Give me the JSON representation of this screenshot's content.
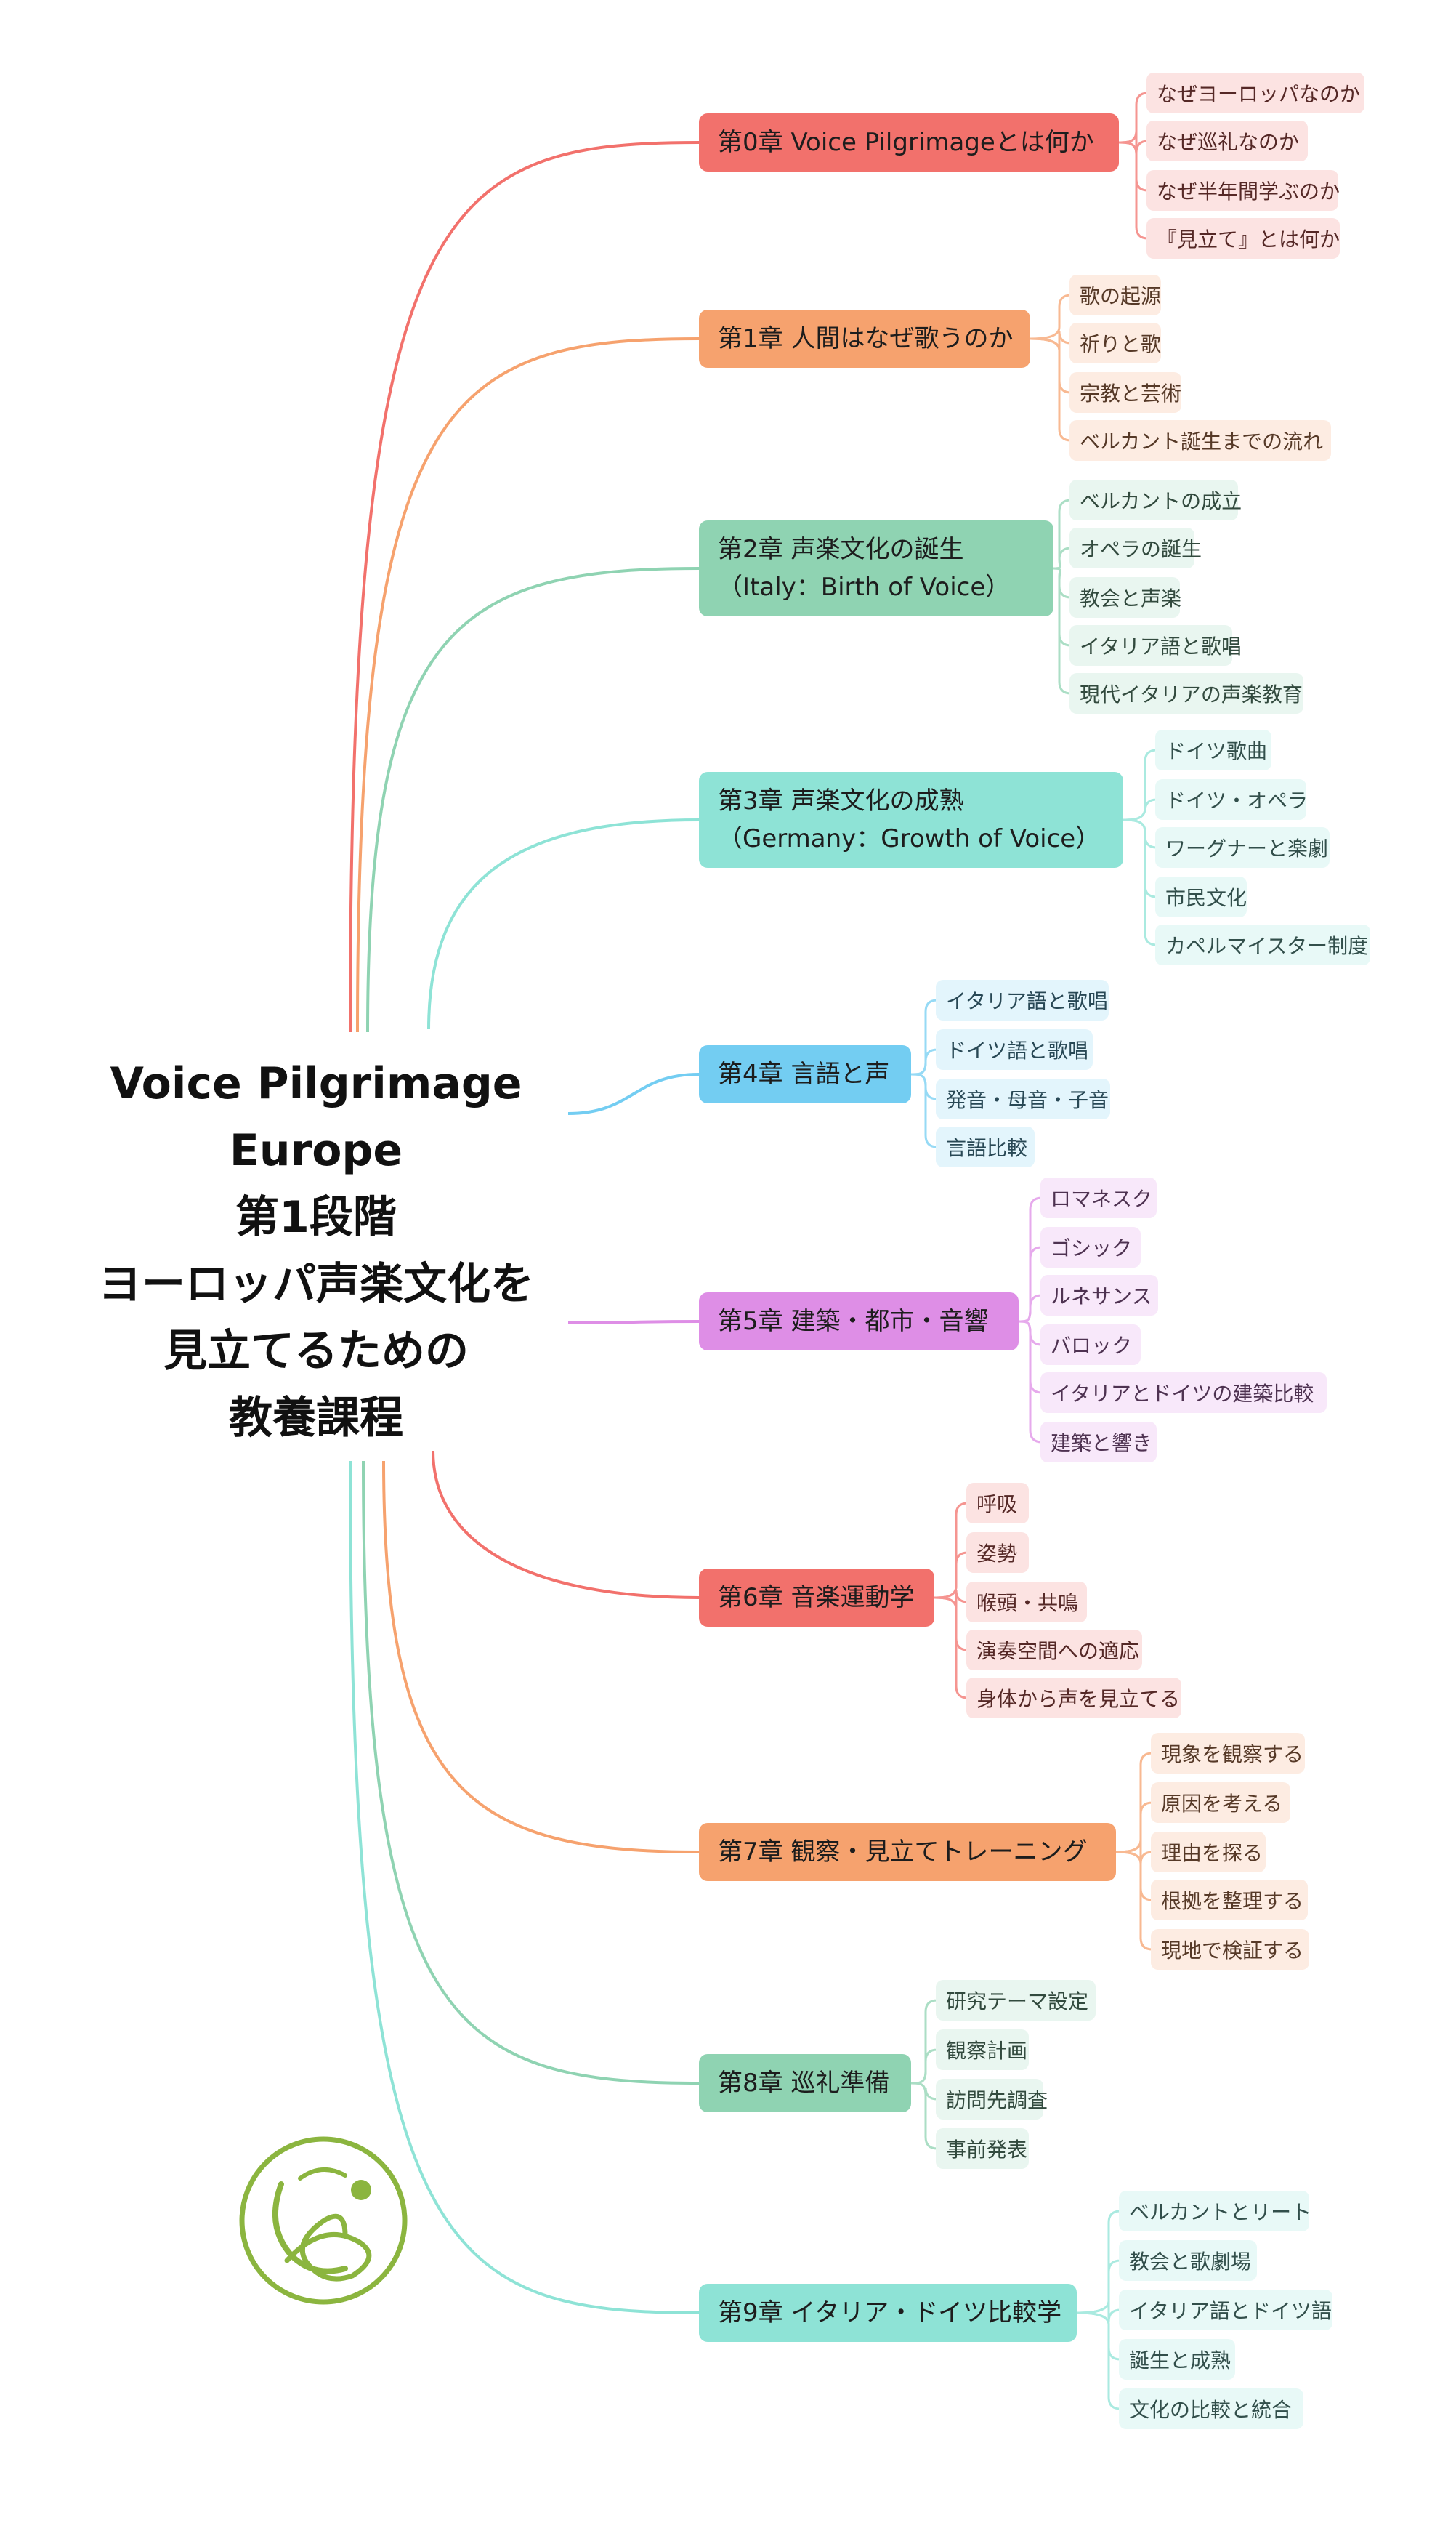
{
  "root": {
    "lines": [
      "Voice Pilgrimage",
      "Europe",
      "第1段階",
      "ヨーロッパ声楽文化を",
      "見立てるための",
      "教養課程"
    ]
  },
  "chapters": [
    {
      "title": [
        "第0章 Voice Pilgrimageとは何か"
      ],
      "color": "#f2716c",
      "items": [
        "なぜヨーロッパなのか",
        "なぜ巡礼なのか",
        "なぜ半年間学ぶのか",
        "『見立て』とは何か"
      ]
    },
    {
      "title": [
        "第1章 人間はなぜ歌うのか"
      ],
      "color": "#f6a26e",
      "items": [
        "歌の起源",
        "祈りと歌",
        "宗教と芸術",
        "ベルカント誕生までの流れ"
      ]
    },
    {
      "title": [
        "第2章 声楽文化の誕生",
        "（Italy：Birth of Voice）"
      ],
      "color": "#8fd3b2",
      "items": [
        "ベルカントの成立",
        "オペラの誕生",
        "教会と声楽",
        "イタリア語と歌唱",
        "現代イタリアの声楽教育"
      ]
    },
    {
      "title": [
        "第3章 声楽文化の成熟",
        "（Germany：Growth of Voice）"
      ],
      "color": "#8ee3d6",
      "items": [
        "ドイツ歌曲",
        "ドイツ・オペラ",
        "ワーグナーと楽劇",
        "市民文化",
        "カペルマイスター制度"
      ]
    },
    {
      "title": [
        "第4章 言語と声"
      ],
      "color": "#73cdf2",
      "items": [
        "イタリア語と歌唱",
        "ドイツ語と歌唱",
        "発音・母音・子音",
        "言語比較"
      ]
    },
    {
      "title": [
        "第5章 建築・都市・音響"
      ],
      "color": "#de8ee6",
      "items": [
        "ロマネスク",
        "ゴシック",
        "ルネサンス",
        "バロック",
        "イタリアとドイツの建築比較",
        "建築と響き"
      ]
    },
    {
      "title": [
        "第6章 音楽運動学"
      ],
      "color": "#f2716c",
      "items": [
        "呼吸",
        "姿勢",
        "喉頭・共鳴",
        "演奏空間への適応",
        "身体から声を見立てる"
      ]
    },
    {
      "title": [
        "第7章 観察・見立てトレーニング"
      ],
      "color": "#f6a26e",
      "items": [
        "現象を観察する",
        "原因を考える",
        "理由を探る",
        "根拠を整理する",
        "現地で検証する"
      ]
    },
    {
      "title": [
        "第8章 巡礼準備"
      ],
      "color": "#8fd3b2",
      "items": [
        "研究テーマ設定",
        "観察計画",
        "訪問先調査",
        "事前発表"
      ]
    },
    {
      "title": [
        "第9章 イタリア・ドイツ比較学"
      ],
      "color": "#8ee3d6",
      "items": [
        "ベルカントとリート",
        "教会と歌劇場",
        "イタリア語とドイツ語",
        "誕生と成熟",
        "文化の比較と統合"
      ]
    }
  ],
  "logo": {
    "icon": "voice-pilgrimage-logo",
    "color": "#8bb53f"
  }
}
